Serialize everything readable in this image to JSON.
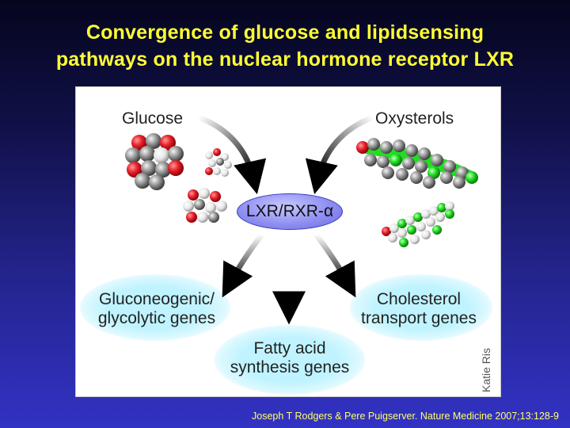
{
  "title": {
    "line1": "Convergence of glucose and lipidsensing",
    "line2": "pathways on the nuclear hormone receptor LXR"
  },
  "diagram": {
    "inputs": {
      "glucose": "Glucose",
      "oxysterols": "Oxysterols"
    },
    "center": {
      "receptor_main": "LXR/RXR-",
      "receptor_greek": "α"
    },
    "outputs": {
      "left_line1": "Gluconeogenic/",
      "left_line2": "glycolytic genes",
      "middle_line1": "Fatty acid",
      "middle_line2": "synthesis genes",
      "right_line1": "Cholesterol",
      "right_line2": "transport genes"
    },
    "artist_credit": "Katie Ris",
    "colors": {
      "oxygen": "#e8212b",
      "carbon": "#8a8a8a",
      "hydrogen": "#ffffff",
      "sterol_bond": "#22dd22",
      "receptor": "#8f8ff2",
      "gene_glow": "#bff3ff"
    }
  },
  "citation": "Joseph T Rodgers & Pere Puigserver.  Nature Medicine 2007;13:128-9"
}
